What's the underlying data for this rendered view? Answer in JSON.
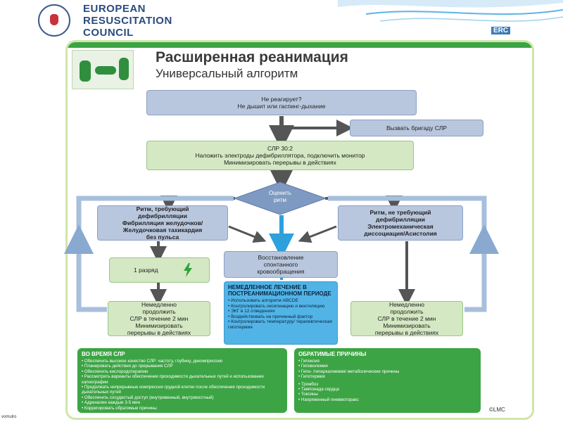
{
  "header": {
    "org_line1": "EUROPEAN",
    "org_line2": "RESUSCITATION",
    "org_line3": "COUNCIL",
    "erc_tag": "ERC"
  },
  "poster": {
    "title": "Расширенная реанимация",
    "subtitle": "Универсальный алгоритм"
  },
  "flow": {
    "unresponsive": [
      "Не реагирует?",
      "Не дышит или гаспинг-дыхание"
    ],
    "call_team": "Вызвать бригаду СЛР",
    "cpr": [
      "СЛР 30:2",
      "Наложить электроды дефибриллятора, подключить монитор",
      "Минимизировать перерывы в действиях"
    ],
    "assess_rhythm": [
      "Оценить",
      "ритм"
    ],
    "shockable": [
      "Ритм, требующий",
      "дефибрилляции",
      "Фибрилляция желудочков/",
      "Желудочковая тахикардия",
      "без пульса"
    ],
    "non_shockable": [
      "Ритм, не требующий",
      "дефибрилляции",
      "Электромеханическая",
      "диссоциация/Асистолия"
    ],
    "one_shock": "1 разряд",
    "rosc": [
      "Восстановление",
      "спонтанного",
      "кровообращения"
    ],
    "resume_left": [
      "Немедленно",
      "продолжить",
      "СЛР в течение 2 мин",
      "Минимизировать",
      "перерывы в действиях"
    ],
    "resume_right": [
      "Немедленно",
      "продолжить",
      "СЛР в течение 2 мин",
      "Минимизировать",
      "перерывы в действиях"
    ]
  },
  "post_resus": {
    "title": "НЕМЕДЛЕННОЕ ЛЕЧЕНИЕ В ПОСТРЕАНИМАЦИОННОМ ПЕРИОДЕ",
    "items": [
      "Использовать алгоритм ABCDE",
      "Контролировать оксигенацию и вентиляцию",
      "ЭКГ в 12 отведениях",
      "Воздействовать на причинный фактор",
      "Контролировать температуру/ терапевтическая гипотермия"
    ]
  },
  "during_cpr": {
    "title": "ВО ВРЕМЯ СЛР",
    "items": [
      "Обеспечить высокое качество СЛР: частоту, глубину, декомпрессию",
      "Планировать действия до прерывания СЛР",
      "Обеспечить кислородотерапию",
      "Рассмотреть варианты обеспечения проходимости дыхательных путей и использование капнографии",
      "Продолжать непрерывные компрессии грудной клетки после обеспечения проходимости дыхательных путей",
      "Обеспечить сосудистый доступ (внутривенный, внутрикостный)",
      "Адреналин каждые 3-5 мин",
      "Корригировать обратимые причины"
    ]
  },
  "reversible": {
    "title": "ОБРАТИМЫЕ ПРИЧИНЫ",
    "items": [
      "Гипоксия",
      "Гиповолемия",
      "Гипо- /гиперкалиемия/ метаболические причины",
      "Гипотермия",
      "Тромбоз",
      "Тампонада сердца",
      "Токсины",
      "Напряженный пневмоторакс"
    ]
  },
  "copyright": "©LMC",
  "footer_tag": "vomulro",
  "colors": {
    "box_blue": "#b9c7de",
    "box_green": "#d4e8c3",
    "panel_green": "#3ca444",
    "post_blue": "#52b4e6",
    "arrow_gray": "#555555",
    "arrow_blue": "#2ea0dc",
    "loop_blue": "#a8bfdc",
    "diamond": "#7f9ac2",
    "bolt": "#2fa43a"
  }
}
